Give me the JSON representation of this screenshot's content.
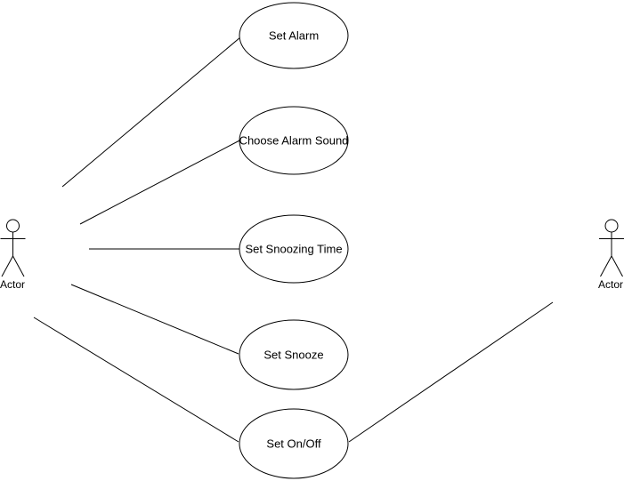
{
  "colors": {
    "stroke": "#000000",
    "shape_fill": "#ffffff",
    "background": "#ffffff",
    "text": "#000000"
  },
  "actors": [
    {
      "id": "actor-left",
      "label": "Actor"
    },
    {
      "id": "actor-right",
      "label": "Actor"
    }
  ],
  "use_cases": [
    {
      "id": "set-alarm",
      "label": "Set Alarm"
    },
    {
      "id": "choose-alarm-sound",
      "label": "Choose Alarm Sound"
    },
    {
      "id": "set-snoozing-time",
      "label": "Set Snoozing Time"
    },
    {
      "id": "set-snooze",
      "label": "Set Snooze"
    },
    {
      "id": "set-on-off",
      "label": "Set On/Off"
    }
  ],
  "associations": [
    {
      "from": "actor-left",
      "to": "set-alarm"
    },
    {
      "from": "actor-left",
      "to": "choose-alarm-sound"
    },
    {
      "from": "actor-left",
      "to": "set-snoozing-time"
    },
    {
      "from": "actor-left",
      "to": "set-snooze"
    },
    {
      "from": "actor-left",
      "to": "set-on-off"
    },
    {
      "from": "actor-right",
      "to": "set-on-off"
    }
  ]
}
